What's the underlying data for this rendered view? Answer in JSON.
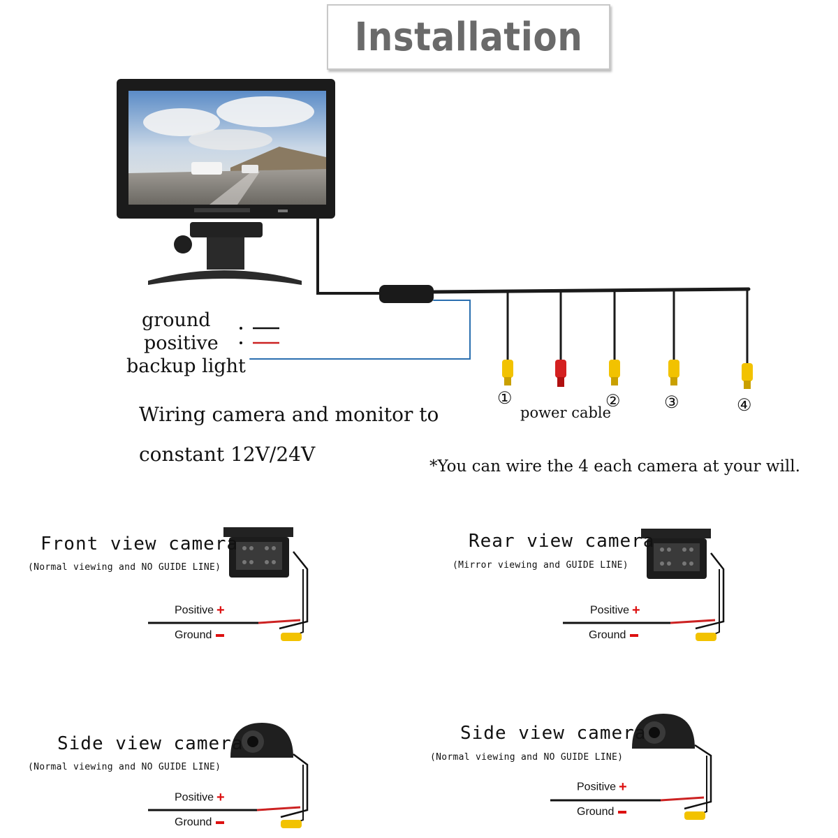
{
  "title": "Installation",
  "monitor": {
    "legend": {
      "ground": "ground",
      "positive": "positive",
      "backup": "backup light"
    }
  },
  "wiring_note": {
    "line1": "Wiring camera and monitor to",
    "line2": "constant 12V/24V"
  },
  "connectors": {
    "n1": "①",
    "n2": "②",
    "n3": "③",
    "n4": "④",
    "power_cable": "power cable"
  },
  "camera_note": "*You can wire the 4 each camera at your will.",
  "cameras": [
    {
      "title": "Front view camera",
      "subtitle": "(Normal viewing and NO GUIDE LINE)",
      "positive": "Positive",
      "ground": "Ground"
    },
    {
      "title": "Rear view camera",
      "subtitle": "(Mirror viewing  and GUIDE LINE)",
      "positive": "Positive",
      "ground": "Ground"
    },
    {
      "title": "Side view camera",
      "subtitle": "(Normal viewing and NO GUIDE LINE)",
      "positive": "Positive",
      "ground": "Ground"
    },
    {
      "title": "Side view camera",
      "subtitle": "(Normal viewing and NO GUIDE LINE)",
      "positive": "Positive",
      "ground": "Ground"
    }
  ],
  "colors": {
    "ground_wire": "#222222",
    "positive_wire": "#cc2222",
    "backup_wire": "#2a6fb0",
    "rca_yellow": "#f2c200",
    "rca_red": "#d42020"
  }
}
